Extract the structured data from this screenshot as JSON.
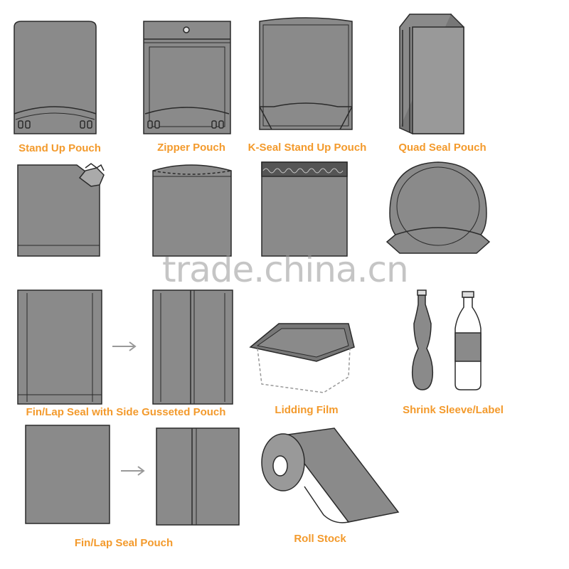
{
  "labels": {
    "stand_up_pouch": "Stand Up Pouch",
    "zipper_pouch": "Zipper Pouch",
    "k_seal_stand_up_pouch": "K-Seal Stand Up Pouch",
    "quad_seal_pouch": "Quad Seal Pouch",
    "fin_lap_seal_side_gusseted": "Fin/Lap Seal with Side Gusseted Pouch",
    "lidding_film": "Lidding Film",
    "shrink_sleeve_label": "Shrink Sleeve/Label",
    "fin_lap_seal_pouch": "Fin/Lap Seal Pouch",
    "roll_stock": "Roll Stock"
  },
  "watermark": "trade.china.cn",
  "colors": {
    "label": "#f39a2c",
    "pouch_fill": "#8a8a8a",
    "outline": "#2a2a2a",
    "arrow": "#999999"
  }
}
